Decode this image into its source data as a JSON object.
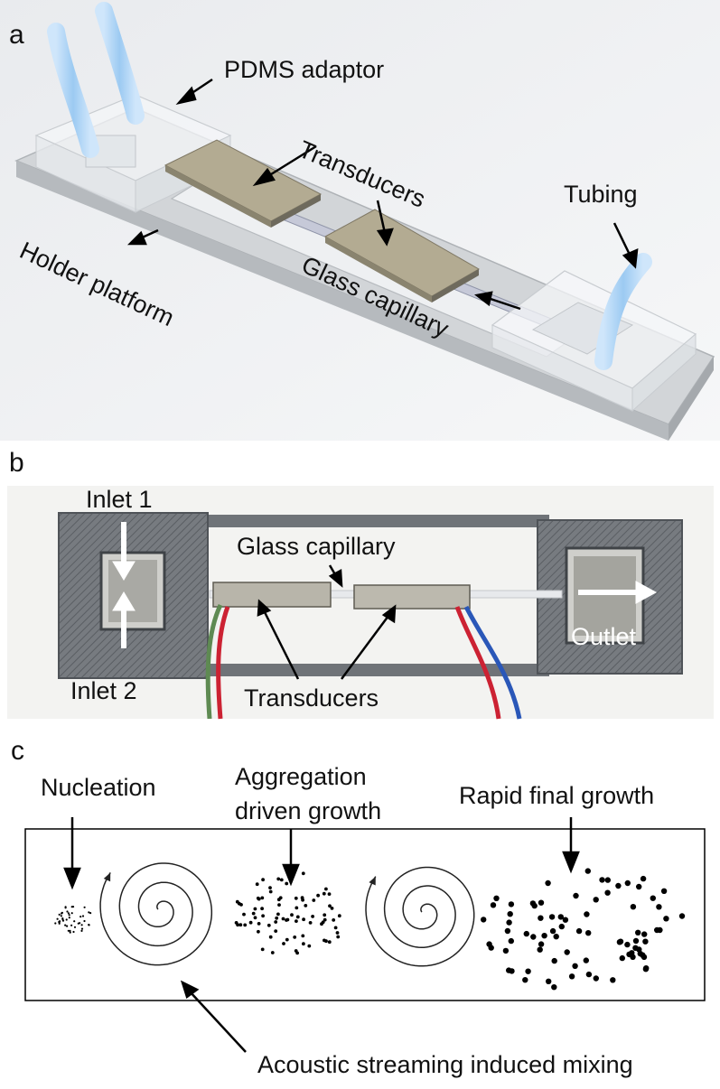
{
  "panels": {
    "a": {
      "letter": "a",
      "labels": {
        "pdms": "PDMS adaptor",
        "transducers": "Transducers",
        "tubing": "Tubing",
        "holder": "Holder platform",
        "capillary": "Glass capillary"
      }
    },
    "b": {
      "letter": "b",
      "labels": {
        "inlet1": "Inlet 1",
        "inlet2": "Inlet 2",
        "capillary": "Glass capillary",
        "transducers": "Transducers",
        "outlet": "Outlet"
      }
    },
    "c": {
      "letter": "c",
      "labels": {
        "nucleation": "Nucleation",
        "aggregation_line1": "Aggregation",
        "aggregation_line2": "driven growth",
        "rapid": "Rapid final growth",
        "mixing": "Acoustic streaming induced mixing"
      }
    }
  },
  "colors": {
    "platform": "#c9ccd0",
    "transducer": "#b3ab92",
    "tubing": "#a9d3f5",
    "printed": "#6f7378",
    "wire_red": "#cc2233",
    "wire_green": "#5e8a52",
    "wire_blue": "#2a57b8"
  }
}
